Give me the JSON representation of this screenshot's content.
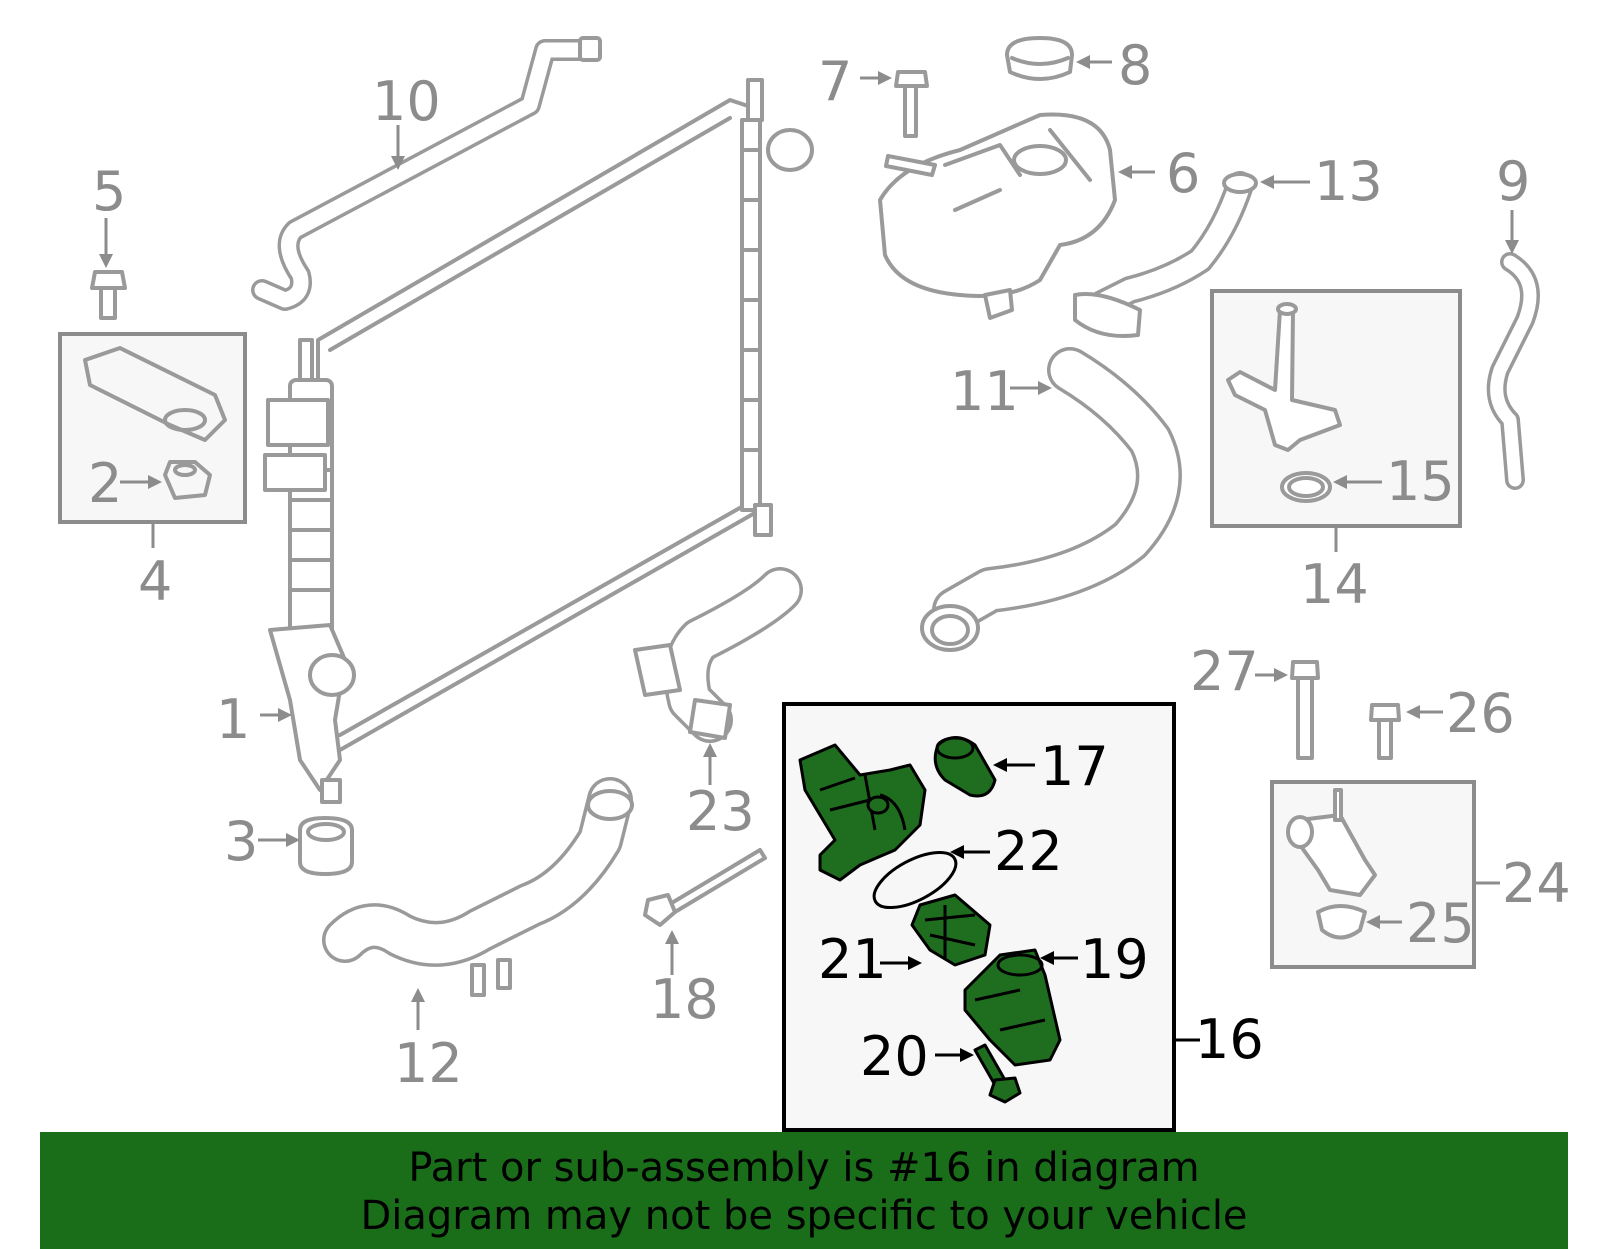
{
  "callouts": {
    "c1": "1",
    "c2": "2",
    "c3": "3",
    "c4": "4",
    "c5": "5",
    "c6": "6",
    "c7": "7",
    "c8": "8",
    "c9": "9",
    "c10": "10",
    "c11": "11",
    "c12": "12",
    "c13": "13",
    "c14": "14",
    "c15": "15",
    "c16": "16",
    "c17": "17",
    "c18": "18",
    "c19": "19",
    "c20": "20",
    "c21": "21",
    "c22": "22",
    "c23": "23",
    "c24": "24",
    "c25": "25",
    "c26": "26",
    "c27": "27"
  },
  "highlighted_part": "16",
  "colors": {
    "highlight_green": "#1f6d1f",
    "banner_green": "#1a6e1a",
    "part_grey": "#9a9a9a",
    "label_grey": "#8c8c8c",
    "label_black": "#000000"
  },
  "banner": {
    "line1": "Part or sub-assembly is #16 in diagram",
    "line2": "Diagram may not be specific to your vehicle"
  }
}
